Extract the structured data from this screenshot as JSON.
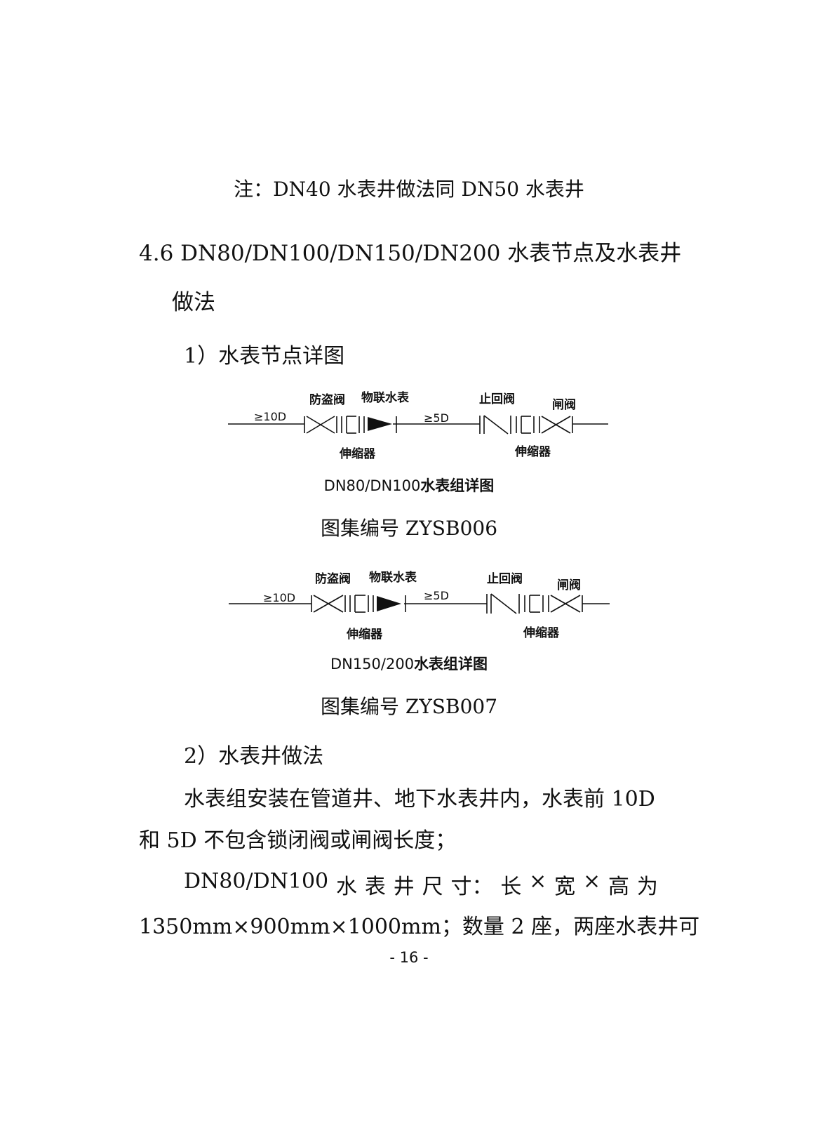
{
  "note": "注：DN40 水表井做法同 DN50 水表井",
  "section": {
    "line1": "4.6   DN80/DN100/DN150/DN200  水表节点及水表井",
    "line2": "做法"
  },
  "sub1": "1）水表节点详图",
  "diagram1": {
    "labels": {
      "anti_theft_valve": "防盗阀",
      "iot_meter": "物联水表",
      "check_valve": "止回阀",
      "gate_valve": "闸阀",
      "expansion_joint": "伸缩器",
      "up10d": "≥10D",
      "down5d": "≥5D"
    },
    "caption_prefix": "DN80/DN100",
    "caption_suffix": "水表组详图",
    "atlas": "图集编号 ZYSB006"
  },
  "diagram2": {
    "labels": {
      "anti_theft_valve": "防盗阀",
      "iot_meter": "物联水表",
      "check_valve": "止回阀",
      "gate_valve": "闸阀",
      "expansion_joint": "伸缩器",
      "up10d": "≥10D",
      "down5d": "≥5D"
    },
    "caption_prefix": "DN150/200",
    "caption_suffix": "水表组详图",
    "atlas": "图集编号 ZYSB007"
  },
  "sub2": "2）水表井做法",
  "para1": {
    "line1": "水表组安装在管道井、地下水表井内，水表前 10D",
    "line2": "和 5D 不包含锁闭阀或闸阀长度；"
  },
  "para2": {
    "w1": "DN80/DN100",
    "w2": "水",
    "w3": "表",
    "w4": "井",
    "w5": "尺",
    "w6": "寸：",
    "w7": "长",
    "w8": "×",
    "w9": "宽",
    "w10": "×",
    "w11": "高",
    "w12": "为",
    "line2": "1350mm×900mm×1000mm；数量 2 座，两座水表井可"
  },
  "page_number": "- 16 -"
}
